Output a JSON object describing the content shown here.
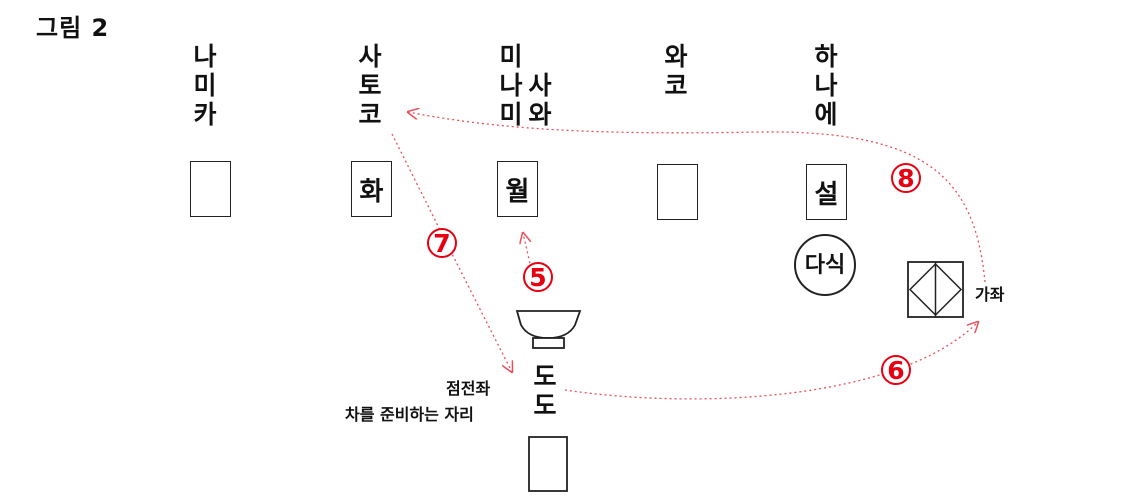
{
  "figure_title": "그림 2",
  "seats": {
    "namika": [
      "나",
      "미",
      "카"
    ],
    "satoko": [
      "사",
      "토",
      "코"
    ],
    "minami_col1": [
      "미",
      "나",
      "미"
    ],
    "minami_col2": [
      "사",
      "와"
    ],
    "wako": [
      "와",
      "코"
    ],
    "hanae": [
      "하",
      "나",
      "에"
    ]
  },
  "cards": {
    "satoko_char": "화",
    "minami_char": "월",
    "hanae_char": "설"
  },
  "dashiki_label": "다식",
  "kaza_label": "가좌",
  "temae": {
    "name": [
      "도",
      "도"
    ],
    "label_line1": "점전좌",
    "label_line2": "차를 준비하는 자리"
  },
  "steps": {
    "five": "5",
    "six": "6",
    "seven": "7",
    "eight": "8"
  },
  "colors": {
    "line": "#222222",
    "accent_red": "#e60012",
    "path_red": "#e8505b"
  }
}
